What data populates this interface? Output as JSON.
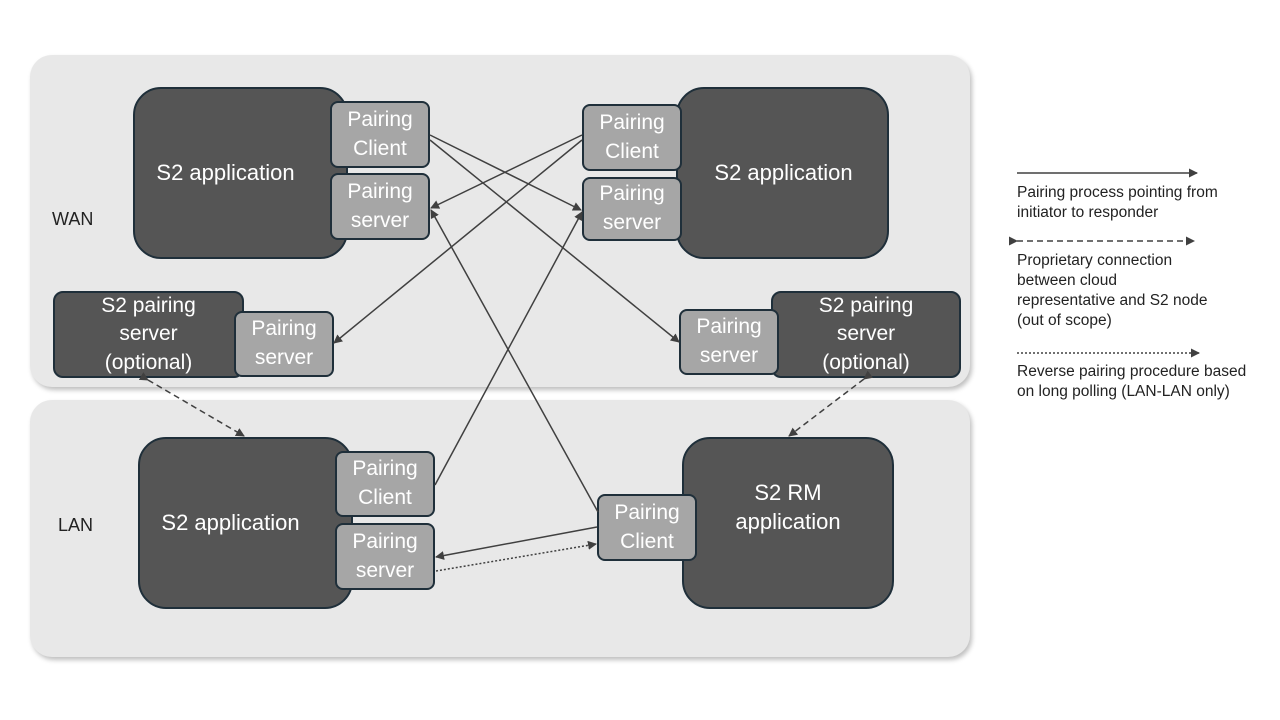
{
  "zones": {
    "wan_label": "WAN",
    "lan_label": "LAN"
  },
  "nodes": {
    "wan_left_app": "S2 application",
    "wan_right_app": "S2 application",
    "lan_left_app": "S2 application",
    "lan_rm_app": "S2 RM\napplication",
    "left_pairing_server_box": "S2 pairing\nserver\n(optional)",
    "right_pairing_server_box": "S2 pairing\nserver\n(optional)"
  },
  "ports": {
    "pairing_client": "Pairing\nClient",
    "pairing_server": "Pairing\nserver"
  },
  "legend": {
    "solid": "Pairing process pointing from initiator to responder",
    "dashed": "Proprietary connection between cloud representative and S2 node (out of scope)",
    "dotted": "Reverse pairing procedure based on long polling (LAN-LAN only)"
  }
}
